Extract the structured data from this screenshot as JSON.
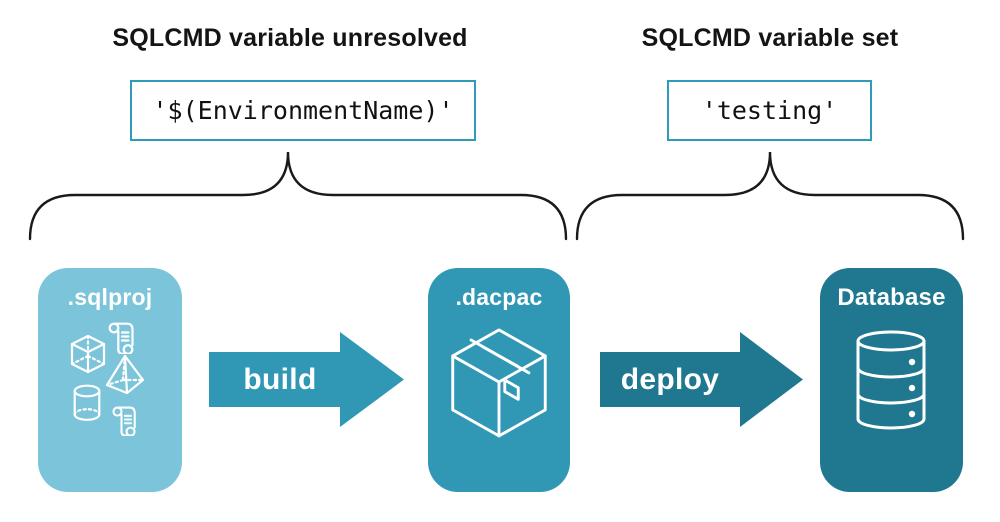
{
  "colors": {
    "light_blue": "#7CC4D9",
    "teal": "#3097B5",
    "dark_teal": "#1F7890",
    "border_teal": "#2E9BB8",
    "brace_black": "#1A1A1A",
    "text_black": "#141414",
    "white": "#FFFFFF"
  },
  "annotations": {
    "left": {
      "title": "SQLCMD variable unresolved",
      "code": "'$(EnvironmentName)'"
    },
    "right": {
      "title": "SQLCMD variable set",
      "code": "'testing'"
    }
  },
  "pipeline": {
    "nodes": [
      {
        "label": ".sqlproj",
        "icons": [
          "scroll-script",
          "cube",
          "pyramid",
          "cylinder",
          "scroll-script"
        ]
      },
      {
        "label": ".dacpac",
        "icons": [
          "package-box"
        ]
      },
      {
        "label": "Database",
        "icons": [
          "database-cylinders"
        ]
      }
    ],
    "arrows": [
      {
        "label": "build"
      },
      {
        "label": "deploy"
      }
    ]
  }
}
